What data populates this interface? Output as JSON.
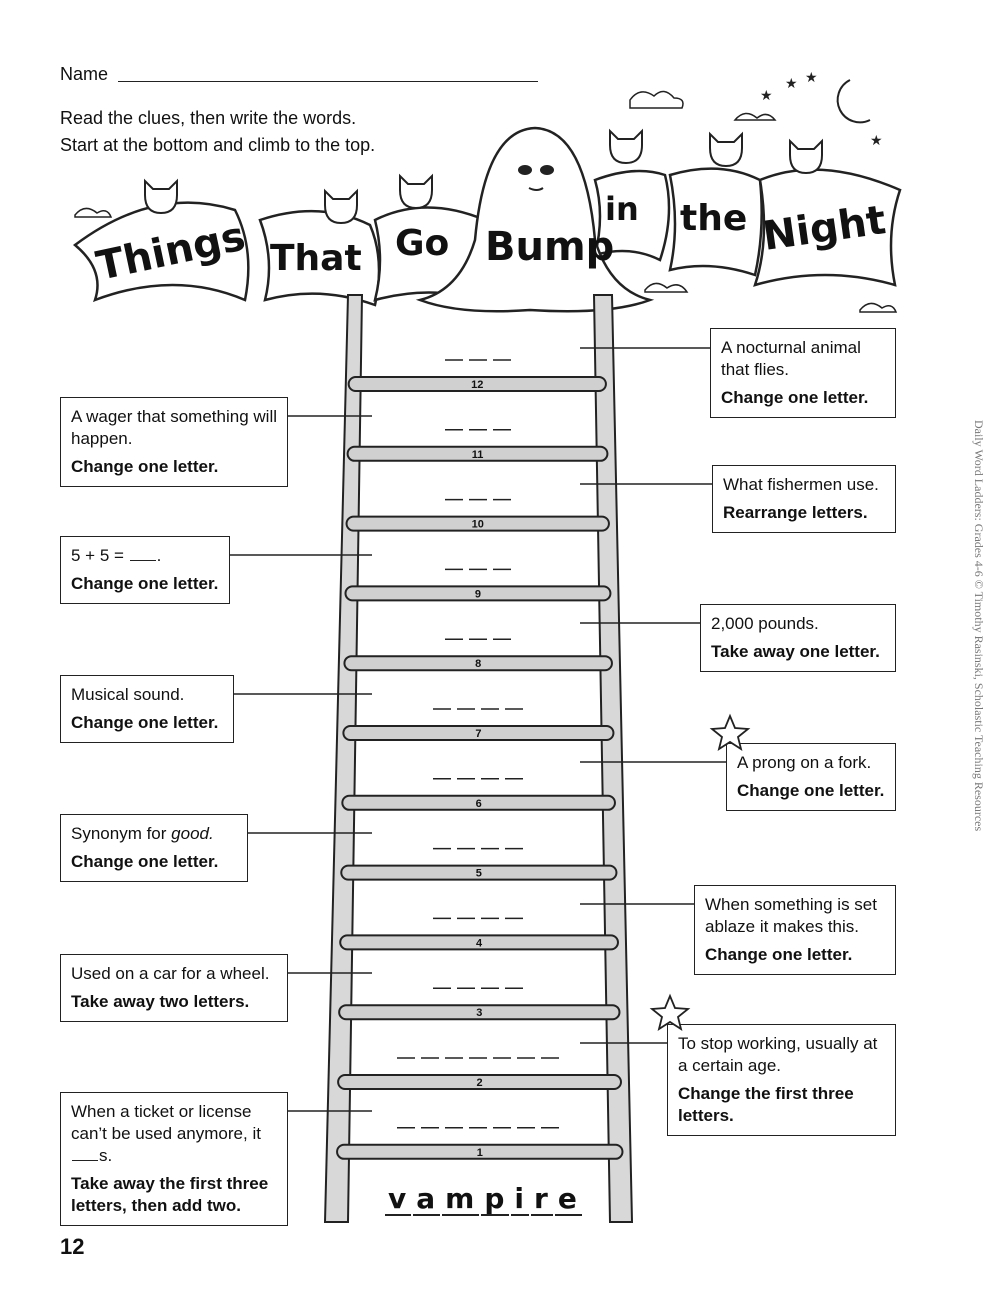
{
  "header": {
    "name_label": "Name",
    "instructions": [
      "Read the clues, then write the words.",
      "Start at the bottom and climb to the top."
    ]
  },
  "banner": {
    "words": [
      "Things",
      "That",
      "Go",
      "Bump",
      "in",
      "the",
      "Night"
    ]
  },
  "ladder": {
    "rungs": [
      "12",
      "11",
      "10",
      "9",
      "8",
      "7",
      "6",
      "5",
      "4",
      "3",
      "2",
      "1"
    ],
    "blank_counts": [
      3,
      3,
      3,
      3,
      3,
      4,
      4,
      4,
      4,
      4,
      7,
      7
    ],
    "start_word": [
      "v",
      "a",
      "m",
      "p",
      "i",
      "r",
      "e"
    ]
  },
  "clues": {
    "c12": {
      "text": "A nocturnal animal that flies.",
      "action": "Change one letter."
    },
    "c11": {
      "text": "A wager that something will happen.",
      "action": "Change one letter."
    },
    "c10": {
      "text": "What fishermen use.",
      "action": "Rearrange letters."
    },
    "c9": {
      "text": "5 + 5 = ",
      "text_end": ".",
      "action": "Change one letter."
    },
    "c8": {
      "text": "2,000 pounds.",
      "action": "Take away one letter."
    },
    "c7": {
      "text": "Musical sound.",
      "action": "Change one letter."
    },
    "c6": {
      "text": "A prong on a fork.",
      "action": "Change one letter."
    },
    "c5": {
      "text": "Synonym for ",
      "text_em": "good.",
      "action": "Change one letter."
    },
    "c4": {
      "text": "When something is set ablaze it makes this.",
      "action": "Change one letter."
    },
    "c3": {
      "text": "Used on a car for a wheel.",
      "action": "Take away two letters."
    },
    "c2": {
      "text": "To stop working, usually at a certain age.",
      "action": "Change the first three letters."
    },
    "c1": {
      "text": "When a ticket or license can’t be used anymore, it",
      "text_end": "s.",
      "action": "Take away the first three letters, then add two."
    }
  },
  "sidebar": {
    "credit": "Daily Word Ladders: Grades 4-6 © Timothy Rasinski, Scholastic Teaching Resources"
  },
  "footer": {
    "page_number": "12"
  }
}
